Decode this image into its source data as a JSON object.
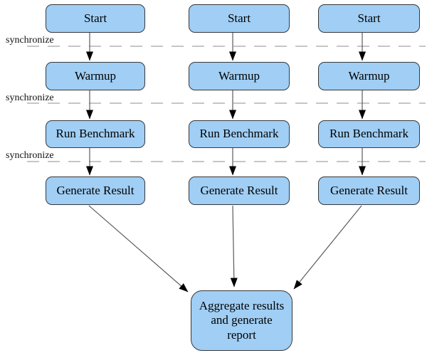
{
  "diagram": {
    "type": "flowchart",
    "palette": {
      "background": "#ffffff",
      "node_fill": "#a0cef4",
      "node_border": "#36383c",
      "sync_line": "#b4b4b4",
      "arrow_line": "#5a5a5a",
      "arrowhead": "#000000",
      "text": "#000000"
    }
  },
  "sync_labels": [
    "synchronize",
    "synchronize",
    "synchronize"
  ],
  "columns": [
    {
      "steps": [
        "Start",
        "Warmup",
        "Run Benchmark",
        "Generate Result"
      ]
    },
    {
      "steps": [
        "Start",
        "Warmup",
        "Run Benchmark",
        "Generate Result"
      ]
    },
    {
      "steps": [
        "Start",
        "Warmup",
        "Run Benchmark",
        "Generate Result"
      ]
    }
  ],
  "final_node": {
    "lines": [
      "Aggregate results",
      "and generate",
      "report"
    ]
  }
}
